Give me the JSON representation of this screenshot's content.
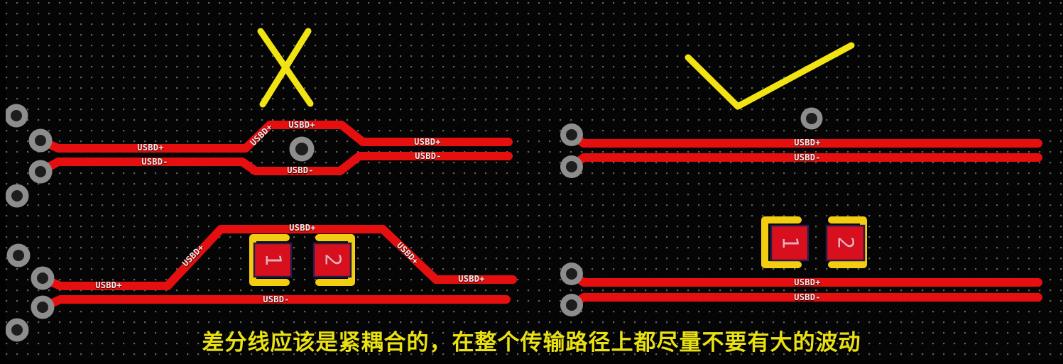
{
  "nets": {
    "plus": "USBD+",
    "minus": "USBD-"
  },
  "components": [
    {
      "id": "left-component",
      "pads": [
        "1",
        "2"
      ]
    },
    {
      "id": "right-component",
      "pads": [
        "1",
        "2"
      ]
    }
  ],
  "marks": {
    "wrong_icon": "x-mark",
    "correct_icon": "check-mark"
  },
  "caption": "差分线应该是紧耦合的，在整个传输路径上都尽量不要有大的波动",
  "colors": {
    "background": "#030303",
    "grid_dot": "#9a9a9a",
    "trace_red": "#e60f0f",
    "pad_red": "#d8101e",
    "pad_outline": "#281d4a",
    "silkscreen_yellow": "#f3cd12",
    "annotation_yellow": "#f1e412",
    "caption_yellow": "#e9e112",
    "via_ring_gray": "#8d8d8d",
    "via_hole": "#1d1d1d",
    "net_label_white": "#f6ecec",
    "pad_number_pink": "#f3abbc"
  }
}
